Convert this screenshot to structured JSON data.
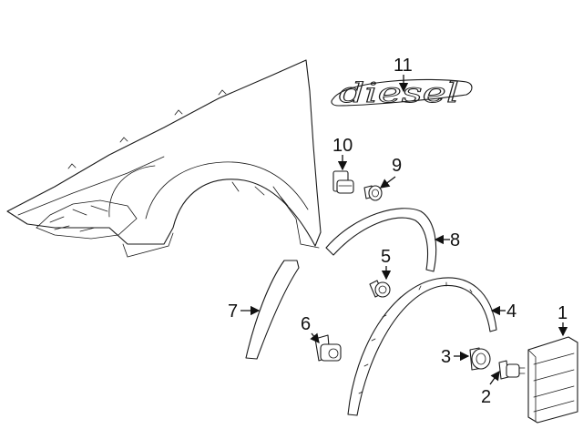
{
  "diagram": {
    "callouts": [
      {
        "id": "1",
        "label": "1"
      },
      {
        "id": "2",
        "label": "2"
      },
      {
        "id": "3",
        "label": "3"
      },
      {
        "id": "4",
        "label": "4"
      },
      {
        "id": "5",
        "label": "5"
      },
      {
        "id": "6",
        "label": "6"
      },
      {
        "id": "7",
        "label": "7"
      },
      {
        "id": "8",
        "label": "8"
      },
      {
        "id": "9",
        "label": "9"
      },
      {
        "id": "10",
        "label": "10"
      },
      {
        "id": "11",
        "label": "11"
      }
    ],
    "emblem_text": "diesel"
  }
}
